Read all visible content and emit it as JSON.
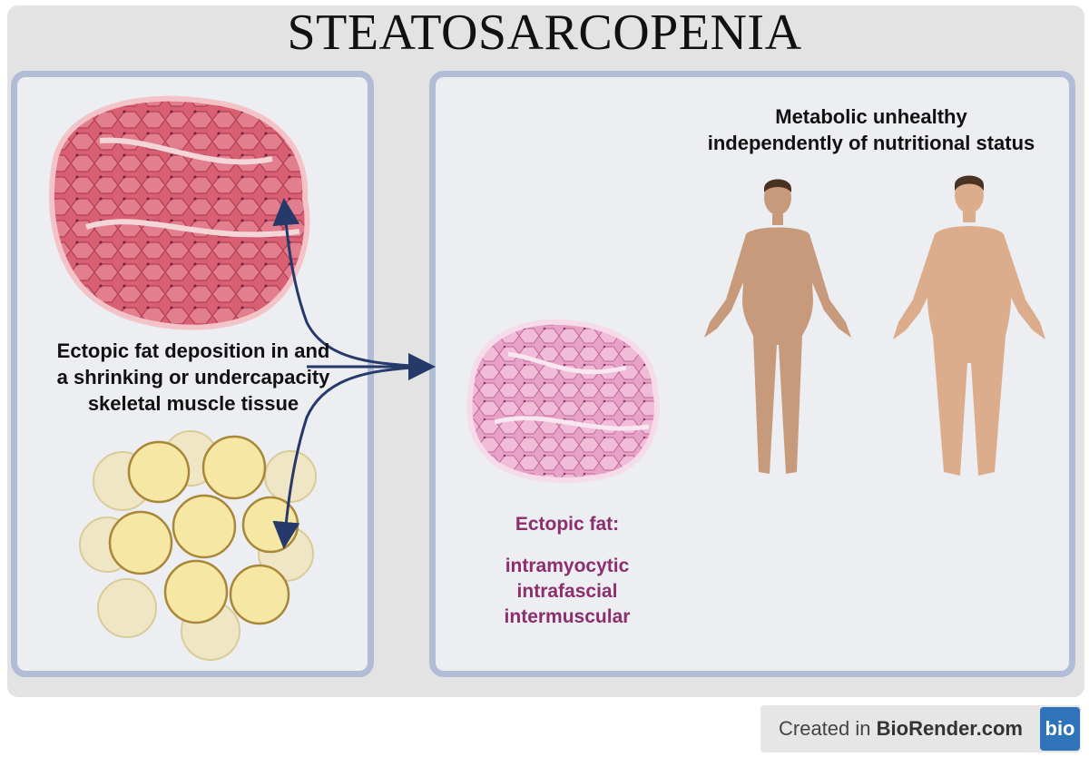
{
  "title": "STEATOSARCOPENIA",
  "left_panel": {
    "caption_lines": [
      "Ectopic fat deposition in and",
      "a shrinking or undercapacity",
      "skeletal muscle tissue"
    ]
  },
  "right_panel": {
    "metabolic_lines": [
      "Metabolic unhealthy",
      "independently of nutritional status"
    ],
    "ectopic_heading": "Ectopic fat:",
    "ectopic_types": [
      "intramyocytic",
      "intrafascial",
      "intermuscular"
    ]
  },
  "footer": {
    "created_in": "Created in ",
    "brand": "BioRender.com",
    "logo": "bio"
  },
  "colors": {
    "muscle": "#d95f72",
    "muscle_light": "#eaa3c7",
    "fat": "#f6e7a5",
    "skin": "#c79a7c",
    "arrow": "#253a6b",
    "accent_text": "#8b2e6e"
  },
  "icons": [
    "muscle-tissue-icon",
    "adipose-tissue-icon",
    "fatty-muscle-icon",
    "normal-body-icon",
    "obese-body-icon",
    "curved-arrow-icon"
  ]
}
